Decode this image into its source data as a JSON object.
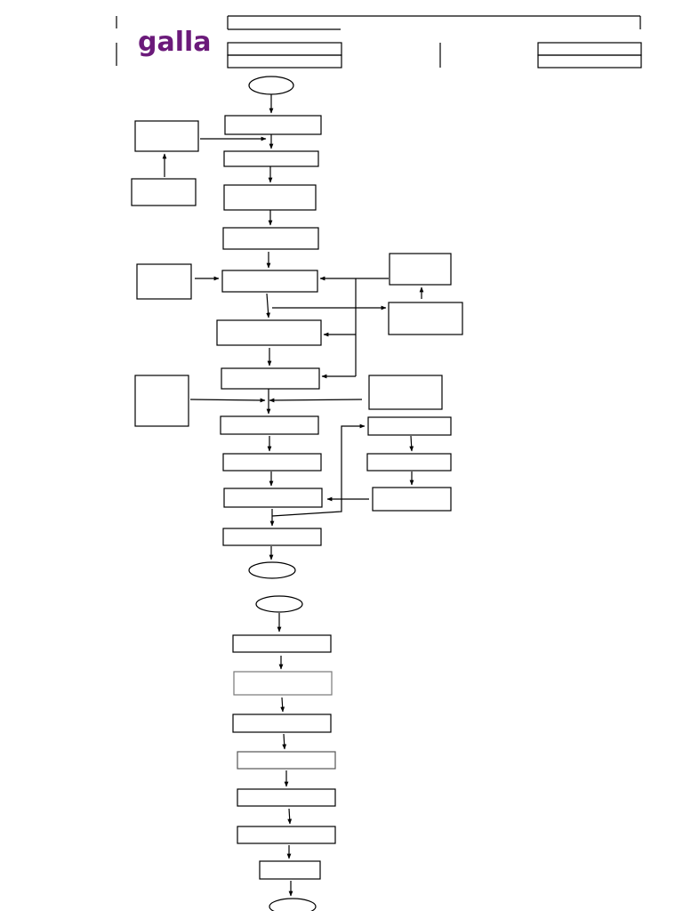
{
  "logo": {
    "text": "galla",
    "color": "#6b1a7a"
  },
  "colors": {
    "stroke": "#000000",
    "background": "#ffffff"
  },
  "flowchart": {
    "boxes_labeled": false,
    "node_kinds": [
      "terminator",
      "process",
      "decision-free"
    ]
  }
}
